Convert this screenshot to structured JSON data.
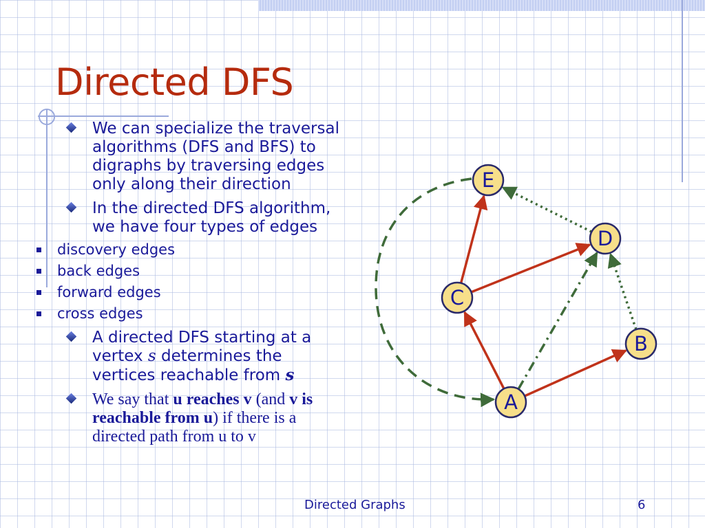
{
  "slide": {
    "title": "Directed DFS",
    "bullets": {
      "b1": "We can specialize the traversal algorithms (DFS and BFS) to digraphs by traversing edges only along their direction",
      "b2": "In the directed DFS algorithm, we have four types of edges",
      "sub": [
        "discovery edges",
        "back edges",
        "forward edges",
        "cross edges"
      ],
      "b3_pre": "A directed DFS starting at a vertex ",
      "b3_s1": "s",
      "b3_mid": " determines the vertices reachable from ",
      "b3_s2": "s",
      "b4_pre": "We say that ",
      "b4_bold1": "u reaches v",
      "b4_mid": " (and ",
      "b4_bold2": "v is reachable from u",
      "b4_post": ") if there is a directed path from u to v"
    },
    "footer": {
      "label": "Directed Graphs",
      "page": "6"
    }
  },
  "graph": {
    "colors": {
      "node_fill": "#f7df8a",
      "node_stroke": "#2a2a6a",
      "discovery": "#c0331b",
      "back": "#3f6b3a",
      "cross": "#3f6b3a"
    },
    "nodes": [
      {
        "id": "E",
        "label": "E"
      },
      {
        "id": "D",
        "label": "D"
      },
      {
        "id": "C",
        "label": "C"
      },
      {
        "id": "B",
        "label": "B"
      },
      {
        "id": "A",
        "label": "A"
      }
    ],
    "edges": [
      {
        "from": "A",
        "to": "C",
        "type": "discovery"
      },
      {
        "from": "C",
        "to": "E",
        "type": "discovery"
      },
      {
        "from": "C",
        "to": "D",
        "type": "discovery"
      },
      {
        "from": "A",
        "to": "B",
        "type": "discovery"
      },
      {
        "from": "A",
        "to": "D",
        "type": "forward"
      },
      {
        "from": "B",
        "to": "D",
        "type": "cross"
      },
      {
        "from": "D",
        "to": "E",
        "type": "cross"
      },
      {
        "from": "E",
        "to": "A",
        "type": "back"
      }
    ]
  }
}
